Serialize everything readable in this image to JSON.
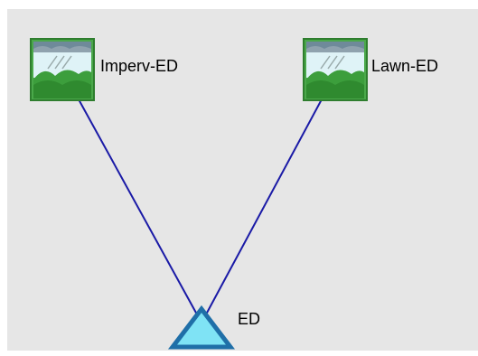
{
  "map": {
    "background_color": "#e6e6e6",
    "link_color": "#1a1aa6",
    "subcatchments": [
      {
        "id": "sub-imperv",
        "label": "Imperv-ED",
        "icon": "subcatchment-icon"
      },
      {
        "id": "sub-lawn",
        "label": "Lawn-ED",
        "icon": "subcatchment-icon"
      }
    ],
    "outfall": {
      "label": "ED",
      "icon": "outfall-triangle-icon",
      "fill_color": "#7fe3f5",
      "stroke_color": "#1f6fa8"
    }
  }
}
